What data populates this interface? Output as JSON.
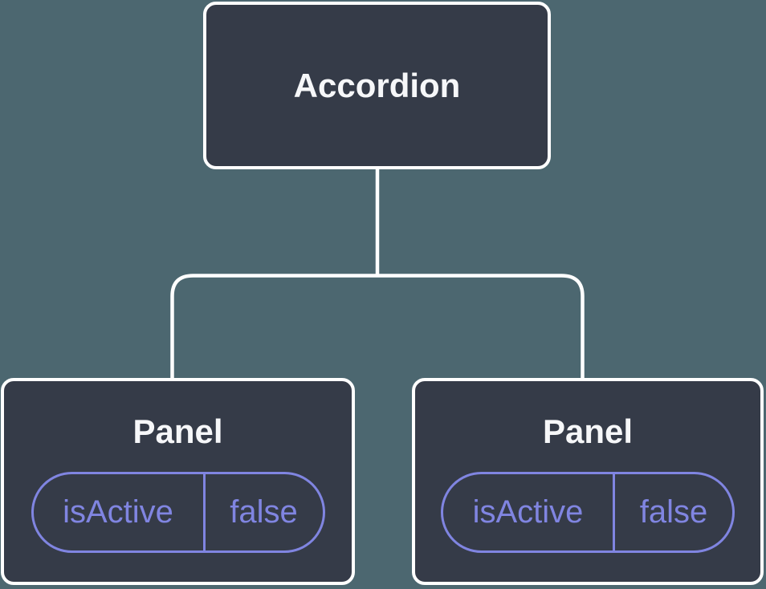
{
  "colors": {
    "background": "#4C6770",
    "node_fill": "#353B48",
    "node_border": "#FFFFFF",
    "accent": "#8085E1",
    "title_text": "#F6F7F9"
  },
  "root_node": {
    "label": "Accordion"
  },
  "panel_nodes": [
    {
      "label": "Panel",
      "state": {
        "key": "isActive",
        "value": "false"
      }
    },
    {
      "label": "Panel",
      "state": {
        "key": "isActive",
        "value": "false"
      }
    }
  ]
}
